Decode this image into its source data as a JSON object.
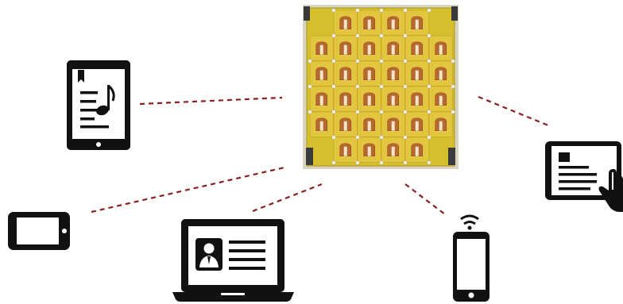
{
  "diagram": {
    "center": {
      "icon": "antenna-array-photo",
      "rows": 6,
      "cols": 6,
      "colors": {
        "board": "#d6bf2c",
        "patch": "#b8682f",
        "link": "#8b2020"
      }
    },
    "devices": [
      {
        "id": "ereader",
        "icon": "music-tablet-icon"
      },
      {
        "id": "touch-tablet",
        "icon": "touch-tablet-icon"
      },
      {
        "id": "small-phone",
        "icon": "landscape-phone-icon"
      },
      {
        "id": "laptop",
        "icon": "laptop-icon"
      },
      {
        "id": "smartphone",
        "icon": "wifi-smartphone-icon"
      }
    ]
  }
}
